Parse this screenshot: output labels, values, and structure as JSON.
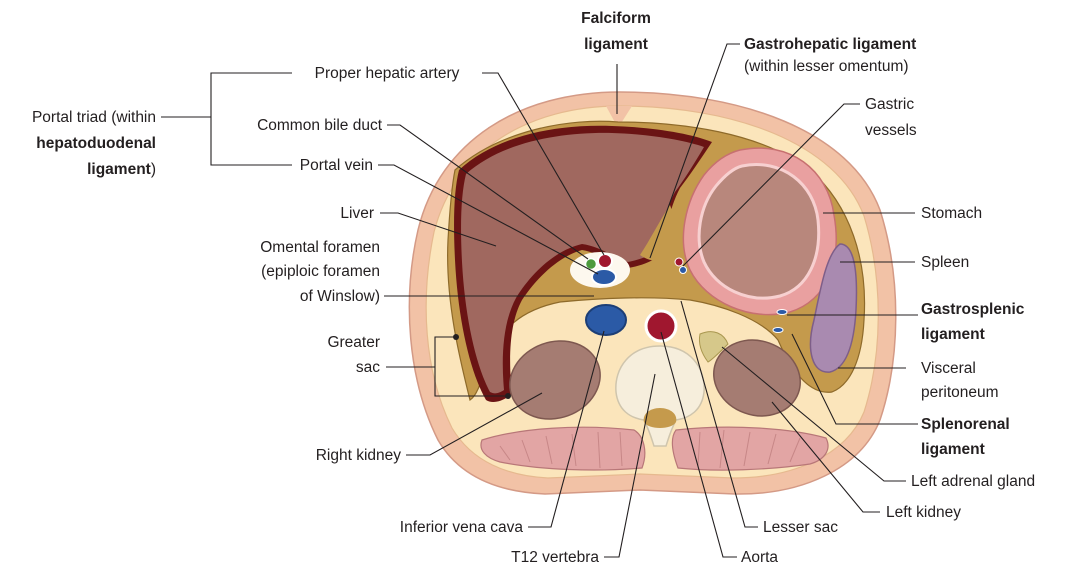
{
  "labels": {
    "falciform_1": "Falciform",
    "falciform_2": "ligament",
    "gastrohepatic_1": "Gastrohepatic ligament",
    "gastrohepatic_2": "(within lesser omentum)",
    "proper_hepatic_artery": "Proper hepatic artery",
    "portal_triad_1": "Portal triad (within",
    "portal_triad_2": "hepatoduodenal",
    "portal_triad_3a": "ligament",
    "portal_triad_3b": ")",
    "common_bile_duct": "Common bile duct",
    "portal_vein": "Portal vein",
    "gastric_vessels_1": "Gastric",
    "gastric_vessels_2": "vessels",
    "liver": "Liver",
    "stomach": "Stomach",
    "omental_1": "Omental foramen",
    "omental_2": "(epiploic foramen",
    "omental_3": "of Winslow)",
    "spleen": "Spleen",
    "gastrosplenic_1": "Gastrosplenic",
    "gastrosplenic_2": "ligament",
    "greater_sac_1": "Greater",
    "greater_sac_2": "sac",
    "visceral_1": "Visceral",
    "visceral_2": "peritoneum",
    "splenorenal_1": "Splenorenal",
    "splenorenal_2": "ligament",
    "right_kidney": "Right kidney",
    "left_adrenal": "Left adrenal gland",
    "left_kidney": "Left kidney",
    "ivc": "Inferior vena cava",
    "lesser_sac": "Lesser sac",
    "t12": "T12 vertebra",
    "aorta": "Aorta"
  },
  "colors": {
    "skin": "#f2c2a6",
    "fat": "#fbe5bb",
    "peritoneal_cavity": "#c49a4c",
    "liver": "#a0685f",
    "liver_capsule": "#6a1414",
    "stomach_wall": "#e9a0a0",
    "stomach_lumen": "#b8877c",
    "spleen": "#a98ab0",
    "kidney": "#a57c72",
    "bone": "#f6eedc",
    "ivc": "#2b5aa6",
    "aorta": "#a0172f",
    "bile_duct": "#4d9a3c",
    "muscle": "#e2a5a4",
    "text": "#231f20"
  }
}
